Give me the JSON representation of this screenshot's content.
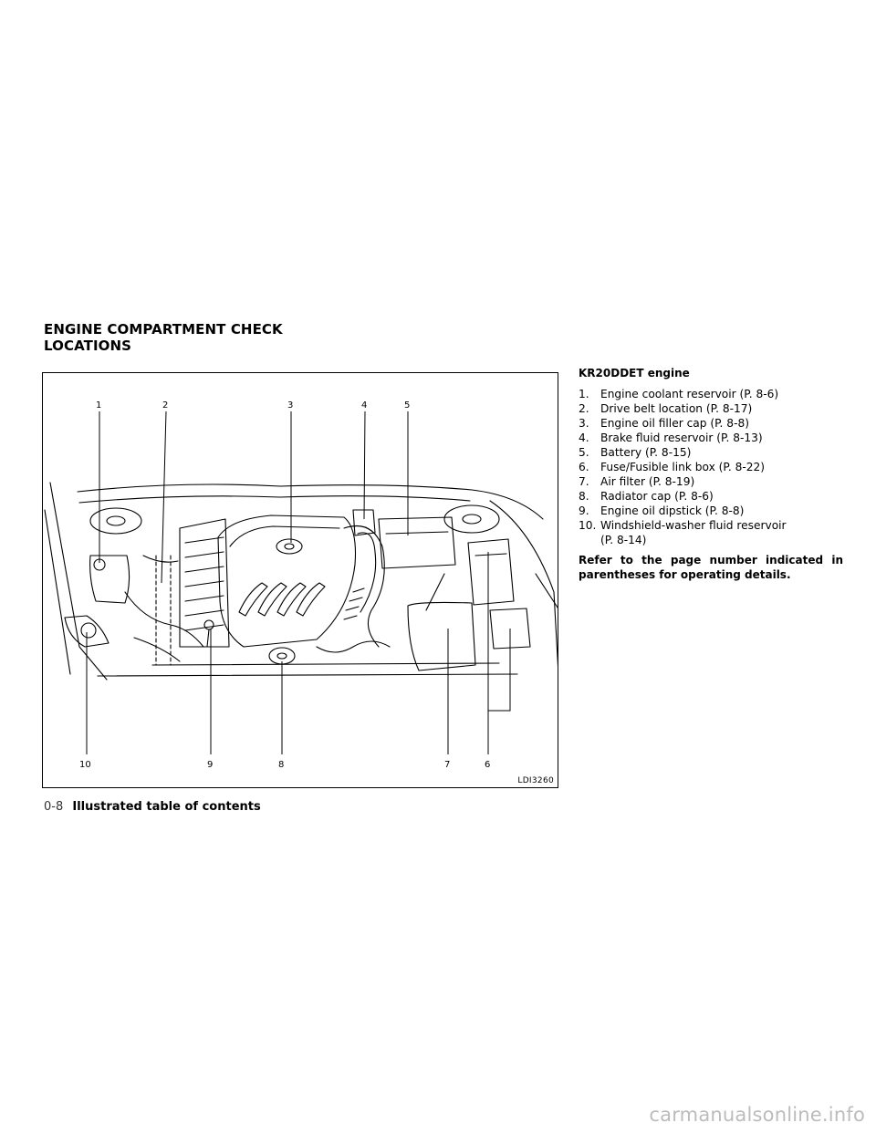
{
  "section_title": [
    "ENGINE COMPARTMENT CHECK",
    "LOCATIONS"
  ],
  "figure": {
    "id": "LDI3260",
    "callouts_top": [
      "1",
      "2",
      "3",
      "4",
      "5"
    ],
    "callouts_bottom": [
      "10",
      "9",
      "8",
      "7",
      "6"
    ]
  },
  "engine": {
    "heading": "KR20DDET engine",
    "items": [
      {
        "num": "1.",
        "text": "Engine coolant reservoir (P. 8-6)"
      },
      {
        "num": "2.",
        "text": "Drive belt location (P. 8-17)"
      },
      {
        "num": "3.",
        "text": "Engine oil filler cap (P. 8-8)"
      },
      {
        "num": "4.",
        "text": "Brake fluid reservoir (P. 8-13)"
      },
      {
        "num": "5.",
        "text": "Battery (P. 8-15)"
      },
      {
        "num": "6.",
        "text": "Fuse/Fusible link box (P. 8-22)"
      },
      {
        "num": "7.",
        "text": "Air filter (P. 8-19)"
      },
      {
        "num": "8.",
        "text": "Radiator cap (P. 8-6)"
      },
      {
        "num": "9.",
        "text": "Engine oil dipstick (P. 8-8)"
      },
      {
        "num": "10.",
        "text": "Windshield-washer fluid reservoir"
      },
      {
        "num": "",
        "text": "(P. 8-14)"
      }
    ],
    "note": "Refer to the page number indicated in parentheses for operating details."
  },
  "footer": {
    "page_number": "0-8",
    "chapter": "Illustrated table of contents"
  },
  "watermark": "carmanualsonline.info"
}
